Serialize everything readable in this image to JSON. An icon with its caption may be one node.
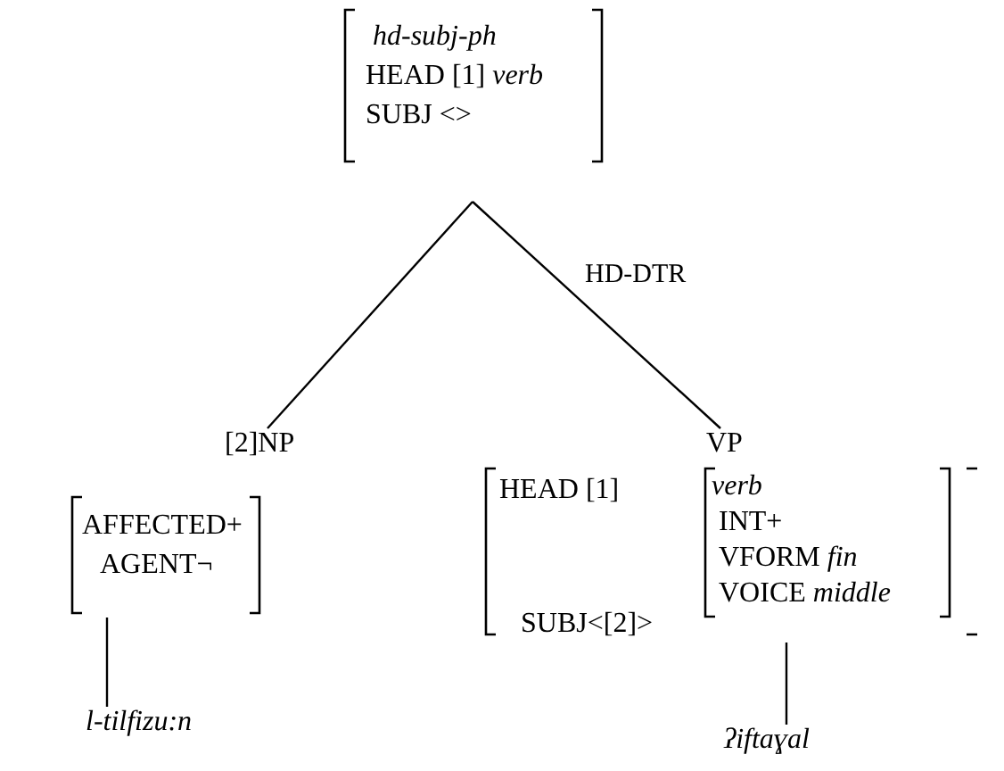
{
  "diagram": {
    "nodes": [
      {
        "text": [
          "*hd-subj-ph*",
          "HEAD [1] *verb*",
          "SUBJ  <>"
        ]
      },
      {
        "text": [
          "[2]NP",
          "AFFECTED+",
          "AGENT¬"
        ]
      },
      {
        "text": [
          "VP",
          "HEAD  [1]",
          "SUBJ<[2]>"
        ]
      },
      {
        "text": [
          "*verb*",
          "INT+",
          "VFORM *fin*",
          "VOICE  *middle*"
        ],
        "in": 2
      },
      {
        "text": [
          "*l-tilfizu:n*"
        ]
      },
      {
        "text": [
          "*ʔiftaɣal*"
        ]
      }
    ],
    "edges": [
      {
        "from": 0,
        "to": 1,
        "arrow": "none"
      },
      {
        "from": 0,
        "to": 2,
        "arrow": "none",
        "label": "HD-DTR"
      },
      {
        "from": 1,
        "to": 4,
        "arrow": "none"
      },
      {
        "from": 2,
        "to": 5,
        "arrow": "none"
      }
    ]
  }
}
